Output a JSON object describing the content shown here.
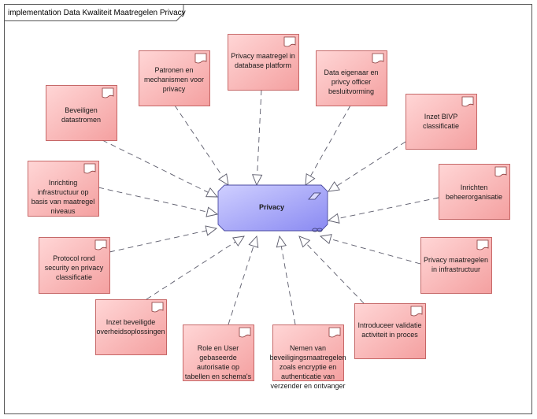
{
  "frame": {
    "title": "implementation Data Kwaliteit Maatregelen Privacy"
  },
  "center": {
    "label": "Privacy"
  },
  "requirements": [
    {
      "id": "req-beveiligen-datastromen",
      "lines": [
        "Beveiligen",
        "datastromen"
      ]
    },
    {
      "id": "req-patronen",
      "lines": [
        "Patronen en",
        "mechanismen voor",
        "privacy"
      ]
    },
    {
      "id": "req-privacy-database",
      "lines": [
        "Privacy maatregel in",
        "database platform"
      ]
    },
    {
      "id": "req-data-eigenaar",
      "lines": [
        "Data eigenaar en",
        "privcy officer",
        "besluitvorming"
      ]
    },
    {
      "id": "req-inzet-bivp",
      "lines": [
        "Inzet BIVP",
        "classificatie"
      ]
    },
    {
      "id": "req-inrichting-infra",
      "lines": [
        "Inrichting",
        "infrastructuur op",
        "basis van maatregel",
        "niveaus"
      ]
    },
    {
      "id": "req-inrichten-beheer",
      "lines": [
        "Inrichten",
        "beheerorganisatie"
      ]
    },
    {
      "id": "req-protocol",
      "lines": [
        "Protocol rond",
        "security en privacy",
        "classificatie"
      ]
    },
    {
      "id": "req-privacy-infra",
      "lines": [
        "Privacy maatregelen",
        "in infrastructuur"
      ]
    },
    {
      "id": "req-inzet-beveiligde",
      "lines": [
        "Inzet beveiligde",
        "overheidsoplossingen"
      ]
    },
    {
      "id": "req-introduceer",
      "lines": [
        "Introduceer validatie",
        "activiteit in proces"
      ]
    },
    {
      "id": "req-role-user",
      "lines": [
        "Role en User",
        "gebaseerde",
        "autorisatie op",
        "tabellen en schema's"
      ]
    },
    {
      "id": "req-nemen-van",
      "lines": [
        "Nemen van",
        "beveiligingsmaatregelen",
        "zoals encryptie en",
        "authenticatie van",
        "verzender en ontvanger"
      ]
    }
  ],
  "colors": {
    "requirement_fill_light": "#ffd2d2",
    "requirement_fill_dark": "#f5a0a0",
    "requirement_border": "#b84a4a",
    "center_fill_light": "#c8c8ff",
    "center_fill_dark": "#8c8cf0",
    "connector": "#5a5a6a"
  },
  "icons": {
    "requirement": "document-icon",
    "center_type": "parallelogram-icon",
    "center_link": "chain-link-icon"
  }
}
